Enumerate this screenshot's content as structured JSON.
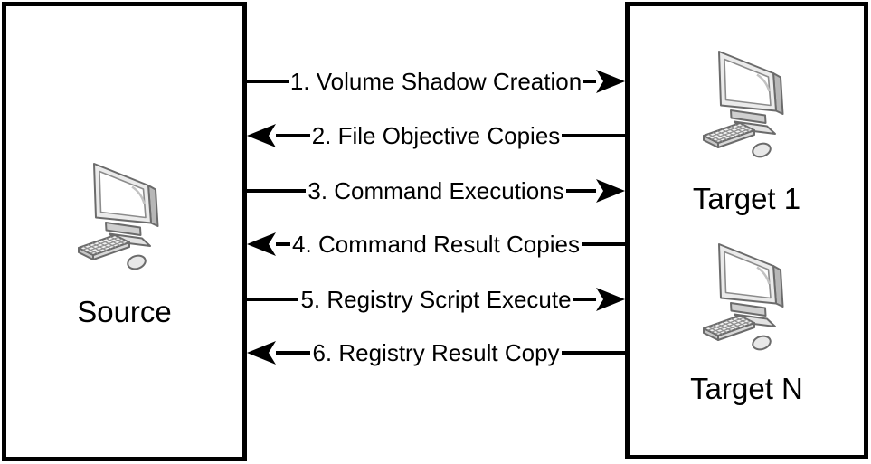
{
  "nodes": {
    "source": {
      "label": "Source",
      "icon": "desktop-computer"
    },
    "target_1": {
      "label": "Target 1",
      "icon": "desktop-computer"
    },
    "target_n": {
      "label": "Target N",
      "icon": "desktop-computer"
    }
  },
  "flows": [
    {
      "label": "1. Volume Shadow Creation",
      "direction": "source-to-targets"
    },
    {
      "label": "2. File Objective Copies",
      "direction": "targets-to-source"
    },
    {
      "label": "3. Command Executions",
      "direction": "source-to-targets"
    },
    {
      "label": "4. Command Result Copies",
      "direction": "targets-to-source"
    },
    {
      "label": "5. Registry Script Execute",
      "direction": "source-to-targets"
    },
    {
      "label": "6. Registry Result Copy",
      "direction": "targets-to-source"
    }
  ],
  "colors": {
    "line": "#000000",
    "text": "#000000",
    "background": "#ffffff"
  }
}
